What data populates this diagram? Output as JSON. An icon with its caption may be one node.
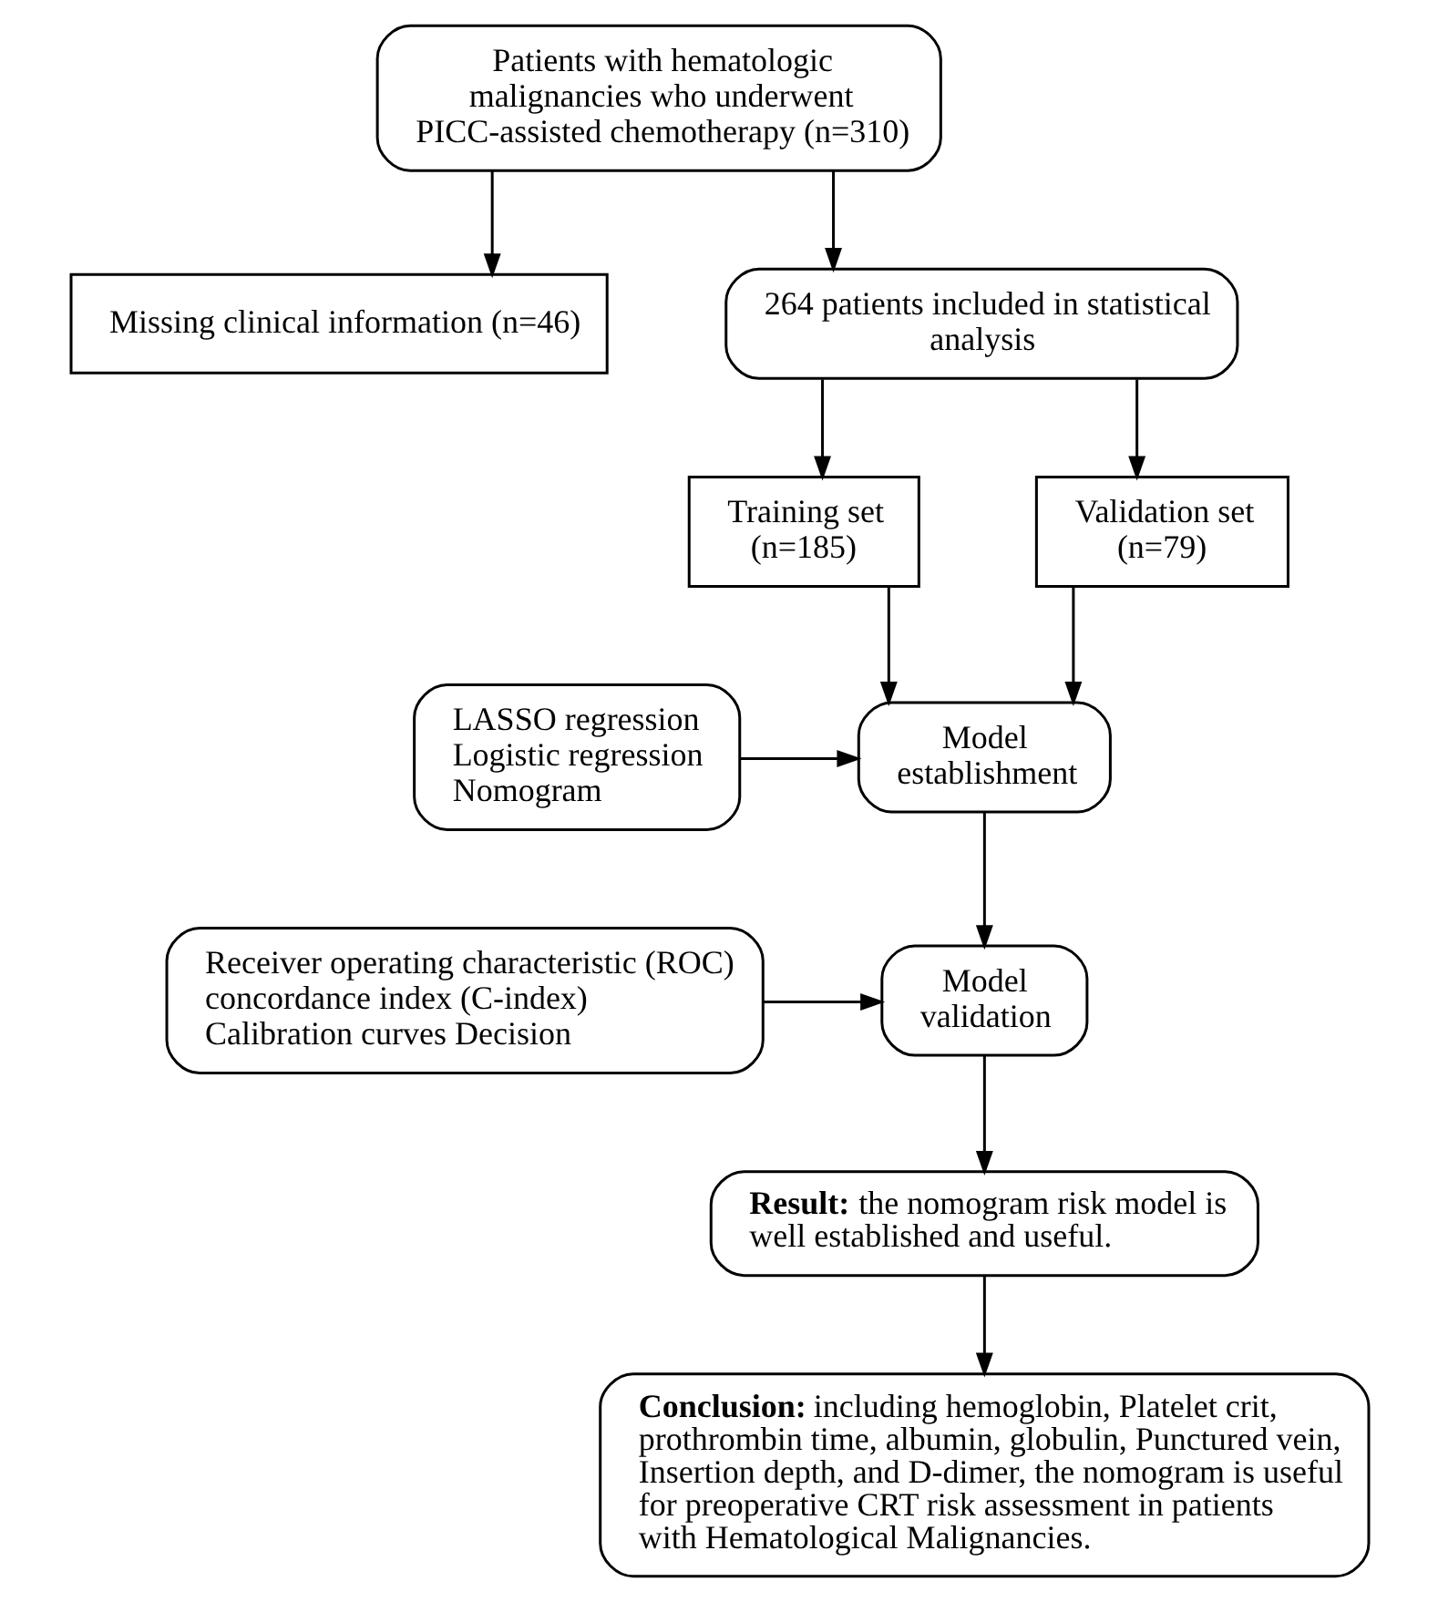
{
  "diagram": {
    "nodes": [
      {
        "text": [
          "Patients with hematologic malignancies who underwent PICC-assisted chemotherapy (n=310)"
        ]
      },
      {
        "text": [
          "Missing clinical information (n=46)"
        ]
      },
      {
        "text": [
          "264 patients included in statistical analysis"
        ]
      },
      {
        "text": [
          "Training set (n=185)"
        ]
      },
      {
        "text": [
          "Validation set (n=79)"
        ]
      },
      {
        "text": [
          "Model establishment"
        ]
      },
      {
        "text": [
          "LASSO regression",
          "Logistic regression",
          "Nomogram"
        ]
      },
      {
        "text": [
          "Model validation"
        ]
      },
      {
        "text": [
          "Receiver operating characteristic (ROC)",
          "concordance index (C-index)",
          "Calibration curves Decision"
        ]
      },
      {
        "text": [
          "**Result:** the nomogram risk model is well established and useful."
        ]
      },
      {
        "text": [
          "**Conclusion:** including hemoglobin, Platelet crit, prothrombin time, albumin, globulin, Punctured vein, Insertion depth, and D-dimer, the nomogram is useful for preoperative CRT risk assessment in patients with Hematological Malignancies."
        ]
      }
    ],
    "edges": [
      {
        "from": 0,
        "to": 1,
        "arrow": "to"
      },
      {
        "from": 0,
        "to": 2,
        "arrow": "to"
      },
      {
        "from": 2,
        "to": 3,
        "arrow": "to"
      },
      {
        "from": 2,
        "to": 4,
        "arrow": "to"
      },
      {
        "from": 3,
        "to": 5,
        "arrow": "to"
      },
      {
        "from": 4,
        "to": 5,
        "arrow": "to"
      },
      {
        "from": 6,
        "to": 5,
        "arrow": "to"
      },
      {
        "from": 5,
        "to": 7,
        "arrow": "to"
      },
      {
        "from": 8,
        "to": 7,
        "arrow": "to"
      },
      {
        "from": 7,
        "to": 9,
        "arrow": "to"
      },
      {
        "from": 9,
        "to": 10,
        "arrow": "to"
      }
    ]
  }
}
